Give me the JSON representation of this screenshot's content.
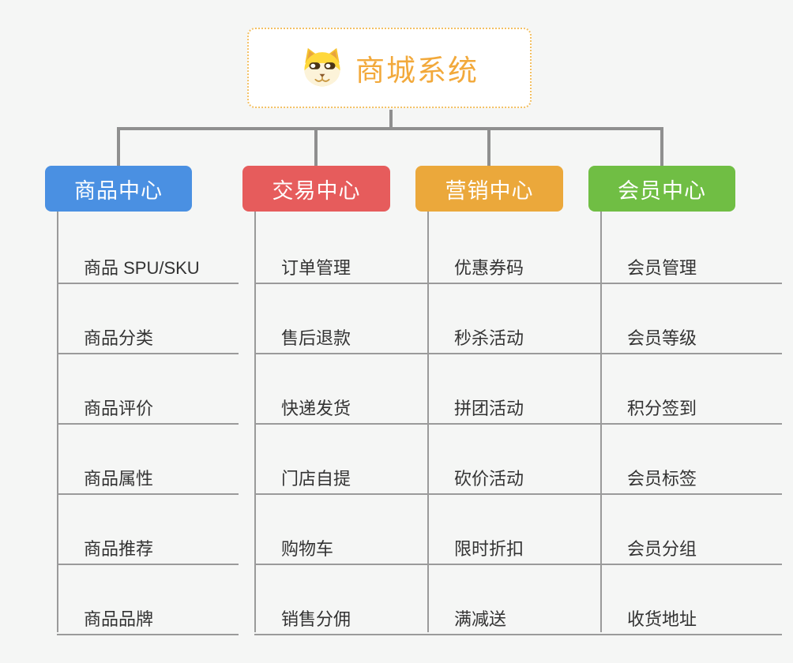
{
  "root": {
    "title": "商城系统",
    "icon": "dog-icon"
  },
  "colors": {
    "background": "#F5F6F5",
    "root_border": "#F3C063",
    "root_text": "#F2A93B",
    "connector_thick": "#8F8F8F",
    "connector_thin": "#9A9A9A",
    "item_text": "#333333",
    "branch_text": "#FFFFFF"
  },
  "branches": [
    {
      "label": "商品中心",
      "color": "#4A90E2",
      "items": [
        "商品 SPU/SKU",
        "商品分类",
        "商品评价",
        "商品属性",
        "商品推荐",
        "商品品牌"
      ]
    },
    {
      "label": "交易中心",
      "color": "#E65C5C",
      "items": [
        "订单管理",
        "售后退款",
        "快递发货",
        "门店自提",
        "购物车",
        "销售分佣"
      ]
    },
    {
      "label": "营销中心",
      "color": "#EBA83B",
      "items": [
        "优惠券码",
        "秒杀活动",
        "拼团活动",
        "砍价活动",
        "限时折扣",
        "满减送"
      ]
    },
    {
      "label": "会员中心",
      "color": "#70BE44",
      "items": [
        "会员管理",
        "会员等级",
        "积分签到",
        "会员标签",
        "会员分组",
        "收货地址"
      ]
    }
  ]
}
